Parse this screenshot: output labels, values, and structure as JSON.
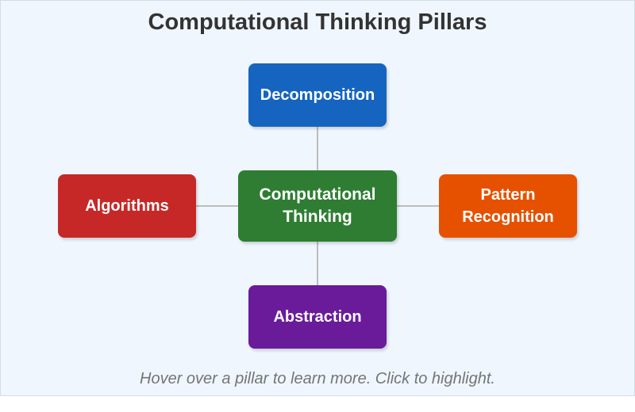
{
  "title": "Computational Thinking Pillars",
  "center": {
    "label": "Computational Thinking",
    "color": "#2e7d32"
  },
  "pillars": {
    "top": {
      "label": "Decomposition",
      "color": "#1565c0"
    },
    "left": {
      "label": "Algorithms",
      "color": "#c62828"
    },
    "right": {
      "label": "Pattern Recognition",
      "color": "#e65100"
    },
    "bottom": {
      "label": "Abstraction",
      "color": "#6a1b9a"
    }
  },
  "hint": "Hover over a pillar to learn more. Click to highlight."
}
